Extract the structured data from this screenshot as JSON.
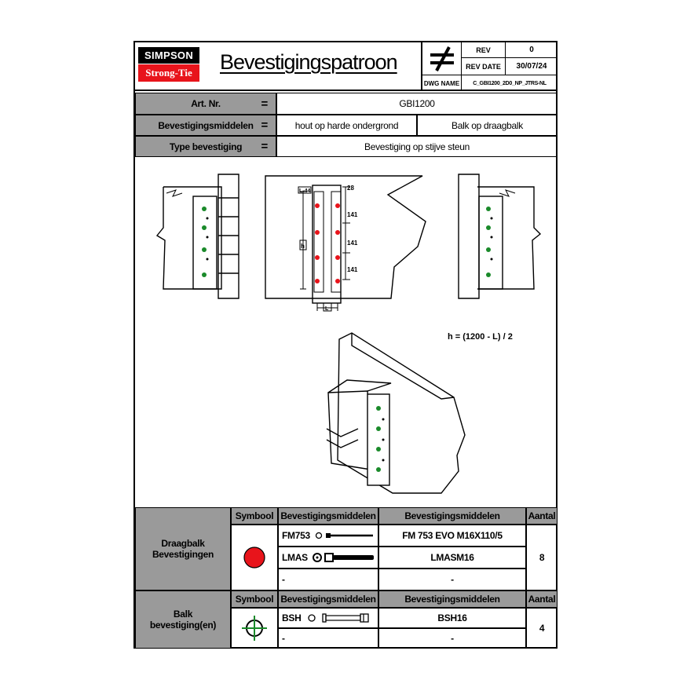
{
  "logo": {
    "top": "SIMPSON",
    "bottom": "Strong-Tie"
  },
  "title": "Bevestigingspatroon",
  "title_block": {
    "rev_label": "REV",
    "rev_value": "0",
    "rev_date_label": "REV DATE",
    "rev_date_value": "30/07/24",
    "dwg_name_label": "DWG NAME",
    "dwg_name_value": "C_GBI1200_2D0_NP_JTRS-NL"
  },
  "info": {
    "art_label": "Art. Nr.",
    "art_value": "GBI1200",
    "bevmid_label": "Bevestigingsmiddelen",
    "bevmid_value_1": "hout op harde ondergrond",
    "bevmid_value_2": "Balk op draagbalk",
    "type_label": "Type bevestiging",
    "type_value": "Bevestiging op stijve steun",
    "equals": "="
  },
  "drawing": {
    "dim_28": "28",
    "dim_141a": "141",
    "dim_141b": "141",
    "dim_141c": "141",
    "label_l44": "L-44",
    "label_h": "h",
    "label_l": "L",
    "formula": "h = (1200 - L) / 2"
  },
  "colors": {
    "red": "#e8141b",
    "green": "#1a8a2a",
    "grey": "#9a9a9a"
  },
  "table1": {
    "group_label": "Draagbalk\nBevestigingen",
    "header_symbool": "Symbool",
    "header_middel": "Bevestigingsmiddelen",
    "header_middel2": "Bevestigingsmiddelen",
    "header_aantal": "Aantal",
    "rows": [
      {
        "short": "FM753",
        "full": "FM 753 EVO M16X110/5"
      },
      {
        "short": "LMAS",
        "full": "LMASM16"
      },
      {
        "short": "-",
        "full": "-"
      }
    ],
    "aantal": "8"
  },
  "table2": {
    "group_label": "Balk\nbevestiging(en)",
    "header_symbool": "Symbool",
    "header_middel": "Bevestigingsmiddelen",
    "header_middel2": "Bevestigingsmiddelen",
    "header_aantal": "Aantal",
    "rows": [
      {
        "short": "BSH",
        "full": "BSH16"
      },
      {
        "short": "-",
        "full": "-"
      }
    ],
    "aantal": "4"
  }
}
